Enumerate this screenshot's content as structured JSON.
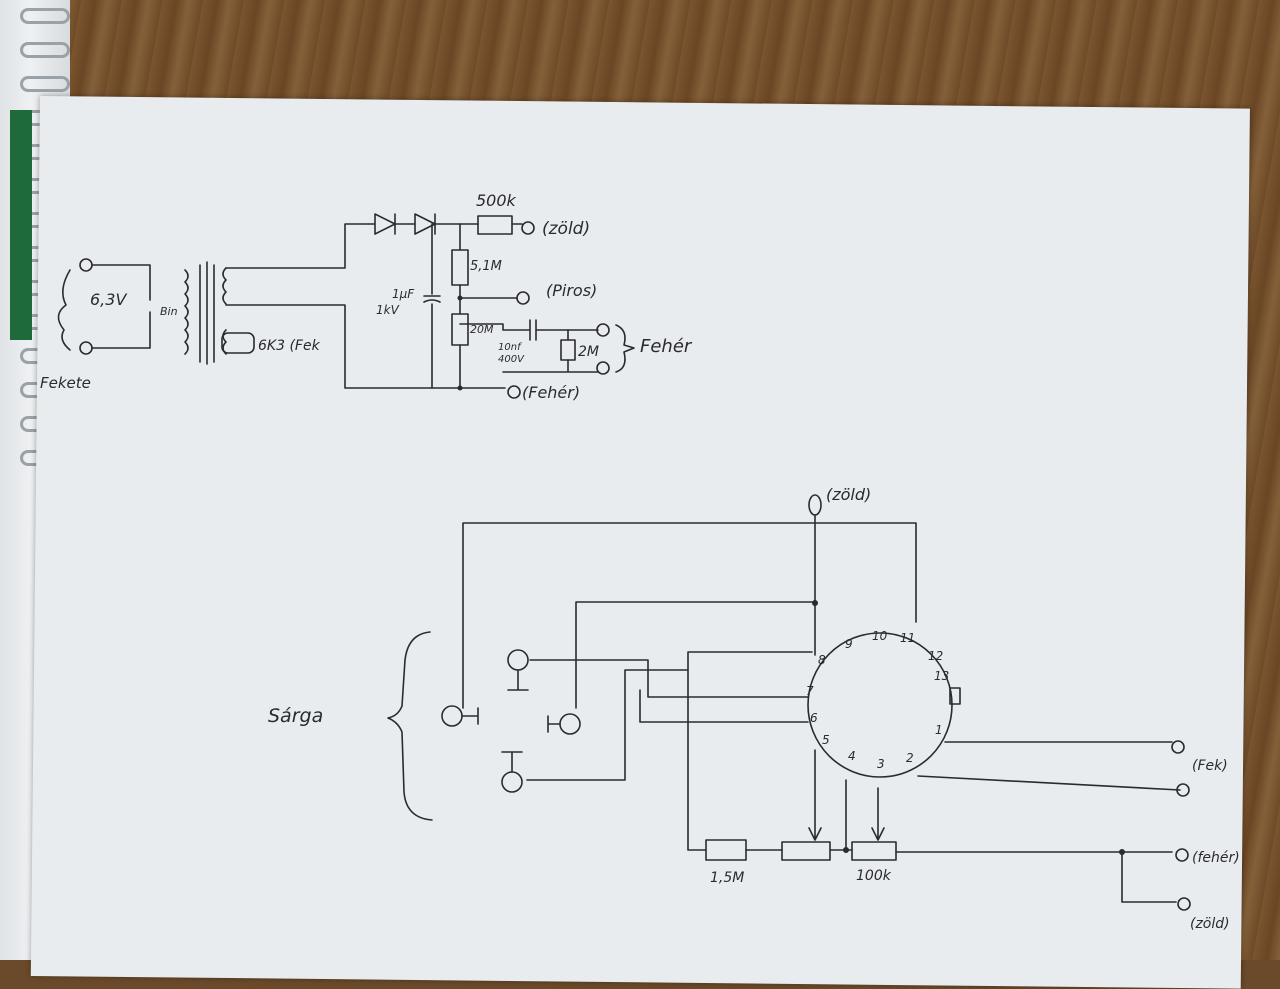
{
  "upper_circuit": {
    "transformer_primary": "6,3V",
    "transformer_primary_note": "Bin",
    "heater_output": "6K3 (Fek",
    "left_bracket_label": "Fekete",
    "resistor_500k": "500k",
    "resistor_5_1m": "5,1M",
    "resistor_20m": "20M",
    "resistor_2m": "2M",
    "capacitor_1uf": "1μF",
    "capacitor_1uf_voltage": "1kV",
    "capacitor_10n": "10nf",
    "capacitor_10n_voltage": "400V",
    "out_zold": "(zöld)",
    "out_piros": "(Piros)",
    "out_feher_bottom": "(Fehér)",
    "out_feher_bracket": "Fehér"
  },
  "lower_circuit": {
    "left_bracket_label": "Sárga",
    "top_terminal": "(zöld)",
    "switch_positions": [
      "1",
      "2",
      "3",
      "4",
      "5",
      "6",
      "7",
      "8",
      "9",
      "10",
      "11",
      "12",
      "13"
    ],
    "out_fek": "(Fek)",
    "out_feher": "(fehér)",
    "out_zold": "(zöld)",
    "resistor_1_5m": "1,5M",
    "pot_100k": "100k"
  }
}
